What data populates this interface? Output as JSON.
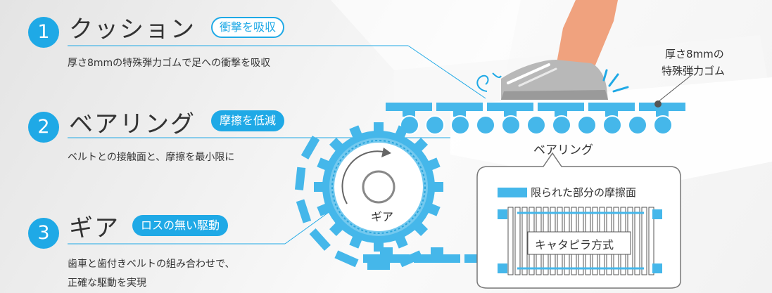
{
  "sections": [
    {
      "number": "1",
      "title": "クッション",
      "badge": "衝撃を吸収",
      "desc": "厚さ8mmの特殊弾力ゴムで足への衝撃を吸収"
    },
    {
      "number": "2",
      "title": "ベアリング",
      "badge": "摩擦を低減",
      "desc": "ベルトとの接触面と、摩擦を最小限に"
    },
    {
      "number": "3",
      "title": "ギア",
      "badge": "ロスの無い駆動",
      "desc_line1": "歯車と歯付きベルトの組み合わせで、",
      "desc_line2": "正確な駆動を実現"
    }
  ],
  "diagram": {
    "rubber_label_line1": "厚さ8mmの",
    "rubber_label_line2": "特殊弾力ゴム",
    "bearing_label": "ベアリング",
    "gear_label": "ギア",
    "callout_legend": "限られた部分の摩擦面",
    "caterpillar_label": "キャタピラ方式"
  },
  "colors": {
    "accent": "#1fa9e6",
    "belt": "#45b7ea",
    "skin": "#f0a27e"
  }
}
